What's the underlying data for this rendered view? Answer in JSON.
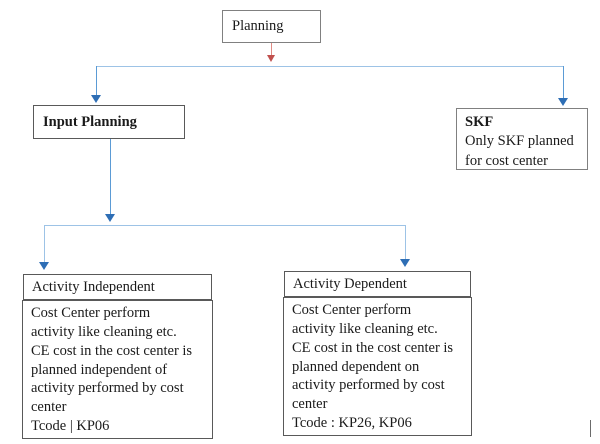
{
  "diagram": {
    "title_node": {
      "label": "Planning"
    },
    "input_planning_node": {
      "label": "Input Planning"
    },
    "skf_node": {
      "heading": "SKF",
      "line1": "Only SKF planned",
      "line2": "for cost center"
    },
    "activity_independent_node": {
      "header": "Activity Independent",
      "lines": [
        "Cost Center perform",
        "activity like cleaning etc.",
        "CE cost in the cost center is",
        "planned independent of",
        "activity performed by cost",
        "center",
        "Tcode | KP06"
      ]
    },
    "activity_dependent_node": {
      "header": "Activity Dependent",
      "lines": [
        "Cost Center perform",
        "activity like cleaning etc.",
        "CE cost in the cost center is",
        "planned dependent on",
        "activity performed by cost",
        "center",
        "Tcode : KP26, KP06"
      ]
    }
  },
  "colors": {
    "connector_blue": "#9dc3e6",
    "arrow_blue": "#2e6eb5",
    "connector_red": "#e08b84",
    "arrow_red": "#c0504d",
    "box_border": "#595959",
    "background": "#ffffff"
  }
}
